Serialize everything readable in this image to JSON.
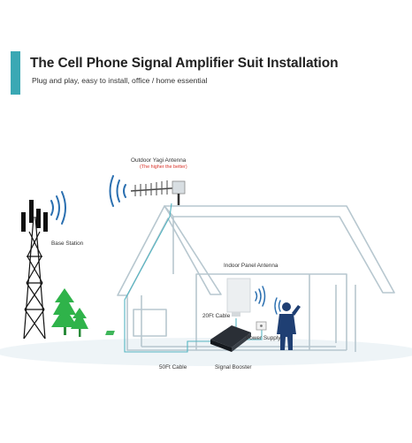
{
  "header": {
    "title": "The Cell Phone Signal Amplifier Suit Installation",
    "subtitle": "Plug and play, easy to install, office / home essential",
    "accent_color": "#3aa8b4"
  },
  "labels": {
    "outdoor_antenna": "Outdoor Yagi Antenna",
    "outdoor_antenna_note": "(The higher the better)",
    "base_station": "Base Station",
    "indoor_antenna": "Indoor Panel Antenna",
    "cable_20ft": "20Ft Cable",
    "power_supply": "Power Supply",
    "cable_50ft": "50Ft Cable",
    "signal_booster": "Signal Booster"
  },
  "colors": {
    "house_line": "#b7c7cf",
    "cable": "#55b5c2",
    "signal_waves": "#2a6fb0",
    "tree": "#2fb34a",
    "person": "#1f3f73",
    "note_text": "#d9342b"
  }
}
